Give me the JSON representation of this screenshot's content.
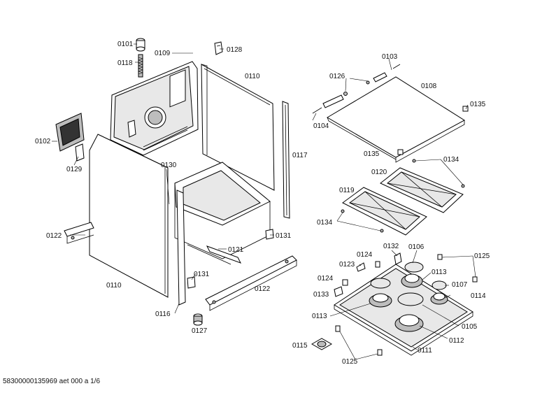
{
  "labels": {
    "p0101": "0101",
    "p0109": "0109",
    "p0118": "0118",
    "p0128": "0128",
    "p0110_top": "0110",
    "p0102": "0102",
    "p0129": "0129",
    "p0130": "0130",
    "p0117": "0117",
    "p0122_left": "0122",
    "p0131_right": "0131",
    "p0121": "0121",
    "p0110_bottom": "0110",
    "p0131_left": "0131",
    "p0122_bottom": "0122",
    "p0116": "0116",
    "p0127": "0127",
    "p0103": "0103",
    "p0126": "0126",
    "p0108": "0108",
    "p0104": "0104",
    "p0135_right": "0135",
    "p0135_left": "0135",
    "p0134_top": "0134",
    "p0120": "0120",
    "p0119": "0119",
    "p0134_left": "0134",
    "p0132": "0132",
    "p0106": "0106",
    "p0124_top": "0124",
    "p0125_right": "0125",
    "p0123": "0123",
    "p0113_right": "0113",
    "p0124_left": "0124",
    "p0107": "0107",
    "p0133": "0133",
    "p0114": "0114",
    "p0113_left": "0113",
    "p0105": "0105",
    "p0112": "0112",
    "p0115": "0115",
    "p0111": "0111",
    "p0125_bottom": "0125"
  },
  "footer": "58300000135969 aet 000 a 1/6"
}
